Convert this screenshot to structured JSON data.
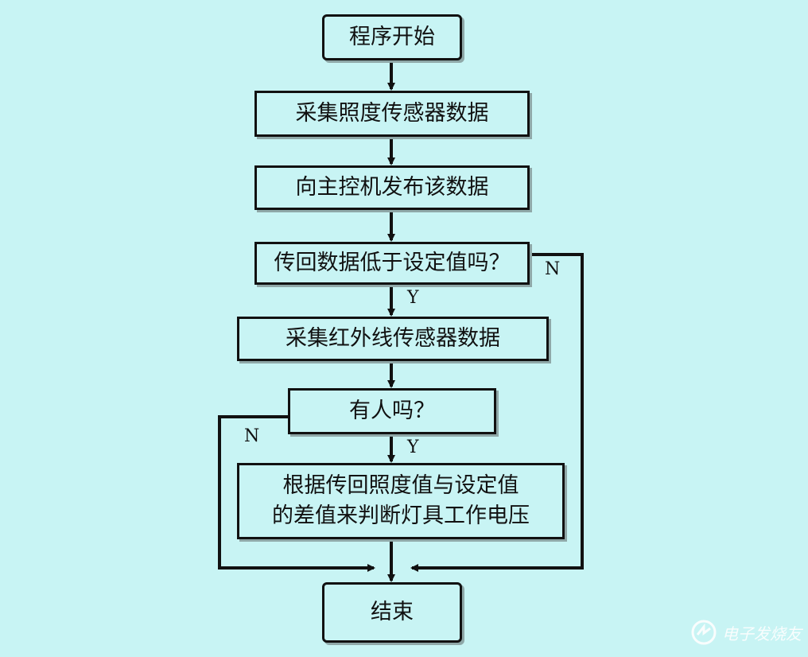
{
  "flowchart": {
    "nodes": {
      "start": "程序开始",
      "collect_light": "采集照度传感器数据",
      "publish": "向主控机发布该数据",
      "check_low": "传回数据低于设定值吗？",
      "collect_ir": "采集红外线传感器数据",
      "check_person": "有人吗？",
      "decide_line1": "根据传回照度值与设定值",
      "decide_line2": "的差值来判断灯具工作电压",
      "end": "结束"
    },
    "labels": {
      "yes": "Y",
      "no": "N"
    }
  },
  "watermark": {
    "text": "电子发烧友"
  },
  "colors": {
    "background": "#c8f4f4",
    "line": "#111111",
    "shadow": "#8fa8a8"
  }
}
